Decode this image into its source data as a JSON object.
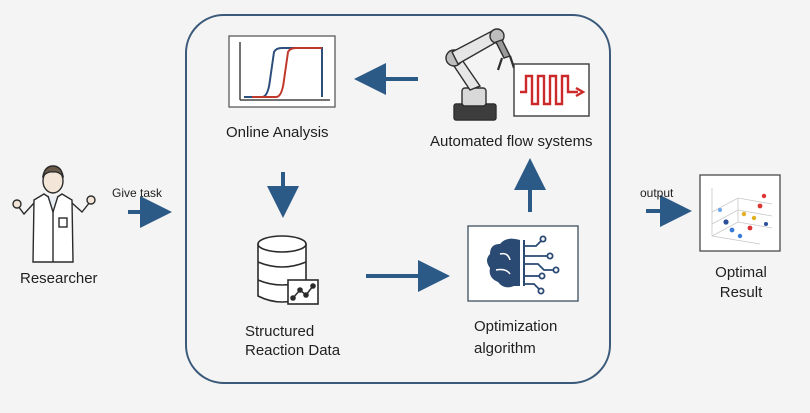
{
  "researcher": {
    "label": "Researcher"
  },
  "give_task": {
    "label": "Give task"
  },
  "loop": {
    "online_analysis": {
      "label": "Online Analysis"
    },
    "automated_flow": {
      "label": "Automated flow systems"
    },
    "structured_data": {
      "line1": "Structured",
      "line2": "Reaction Data"
    },
    "optimization": {
      "line1": "Optimization",
      "line2": "algorithm"
    }
  },
  "output": {
    "label": "output"
  },
  "optimal_result": {
    "line1": "Optimal",
    "line2": "Result"
  },
  "colors": {
    "frame": "#3b5a7a",
    "arrow": "#2c5a86",
    "analysis_curve_red": "#c0392b",
    "analysis_curve_blue": "#2c4f7c",
    "reactor_coil": "#cc2a2a",
    "brain": "#2a4a73"
  }
}
